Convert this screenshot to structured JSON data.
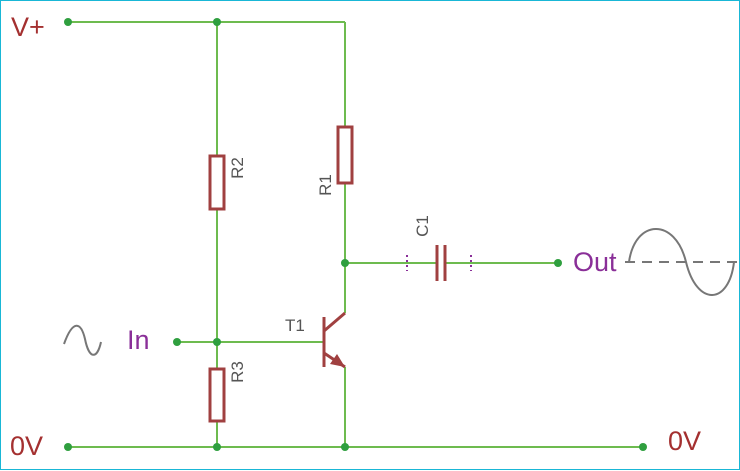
{
  "colors": {
    "wire": "#6dbb4f",
    "component": "#a04040",
    "node": "#2f9f3f",
    "net_label": "#a43030",
    "signal_label": "#8a2f98",
    "ref_label": "#555555",
    "signal": "#777777",
    "border": "#19b7d6"
  },
  "labels": {
    "vplus": "V+",
    "zero_left": "0V",
    "zero_right": "0V",
    "input": "In",
    "output": "Out"
  },
  "components": {
    "r1": "R1",
    "r2": "R2",
    "r3": "R3",
    "c1": "C1",
    "t1": "T1"
  }
}
